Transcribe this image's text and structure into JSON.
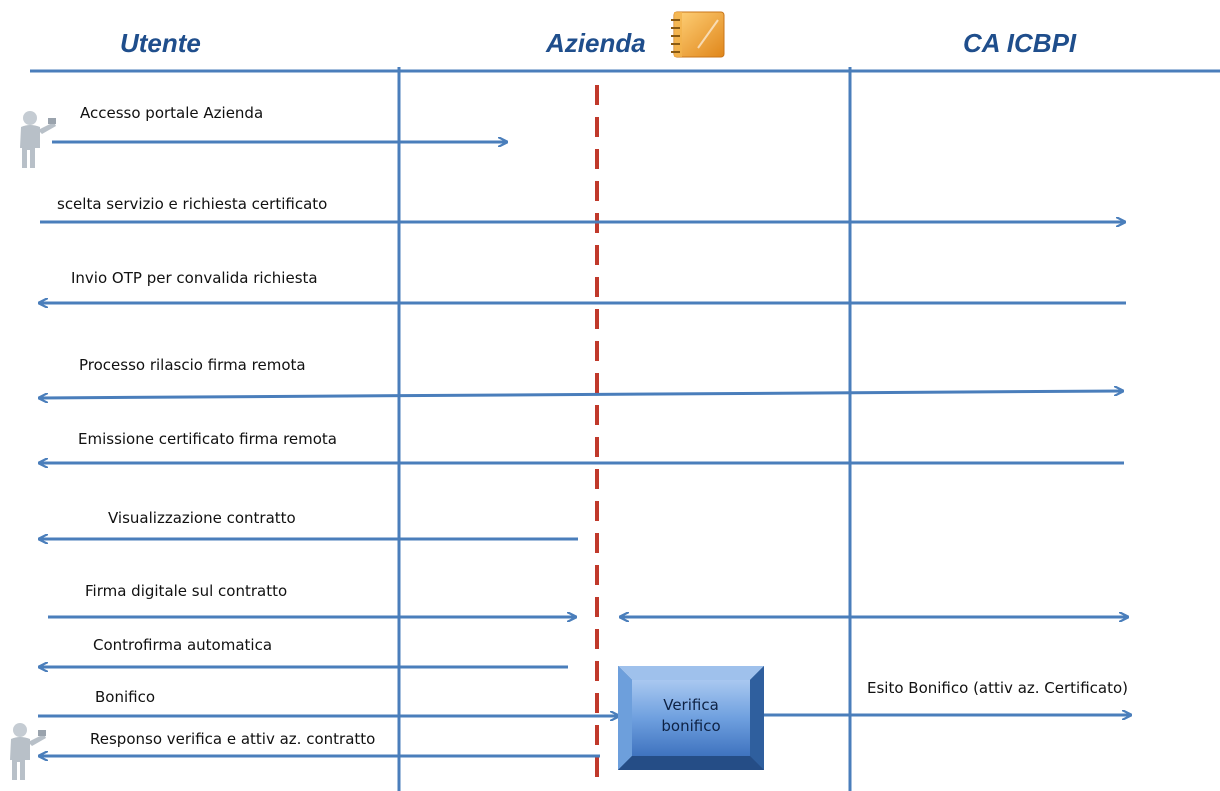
{
  "actors": {
    "user": "Utente",
    "company": "Azienda",
    "ca": "CA ICBPI"
  },
  "icons": {
    "user_top": "user-figure-icon",
    "user_bottom": "user-figure-icon",
    "company": "notebook-icon"
  },
  "colors": {
    "lines": "#4a7ebb",
    "title": "#1f4e8c",
    "dashed": "#c0392b",
    "box": "#5b9bd5"
  },
  "messages": [
    {
      "label": "Accesso portale Azienda",
      "from": "user",
      "to": "company",
      "direction": "right"
    },
    {
      "label": "scelta servizio e richiesta certificato",
      "from": "user",
      "to": "ca",
      "direction": "right"
    },
    {
      "label": "Invio OTP per convalida richiesta",
      "from": "ca",
      "to": "user",
      "direction": "left"
    },
    {
      "label": "Processo rilascio firma remota",
      "from": "user",
      "to": "ca",
      "direction": "both"
    },
    {
      "label": "Emissione certificato firma remota",
      "from": "ca",
      "to": "user",
      "direction": "left"
    },
    {
      "label": "Visualizzazione contratto",
      "from": "company",
      "to": "user",
      "direction": "left"
    },
    {
      "label": "Firma digitale sul contratto",
      "from": "user",
      "to": "company",
      "direction": "right"
    },
    {
      "label": "",
      "from": "company",
      "to": "ca",
      "direction": "both"
    },
    {
      "label": "Controfirma automatica",
      "from": "company",
      "to": "user",
      "direction": "left"
    },
    {
      "label": "Bonifico",
      "from": "user",
      "to": "company",
      "direction": "right"
    },
    {
      "label": "Esito Bonifico (attiv az. Certificato)",
      "from": "company",
      "to": "ca",
      "direction": "right"
    },
    {
      "label": "Responso verifica e attiv az. contratto",
      "from": "company",
      "to": "user",
      "direction": "left"
    }
  ],
  "process_box": {
    "line1": "Verifica",
    "line2": "bonifico"
  }
}
